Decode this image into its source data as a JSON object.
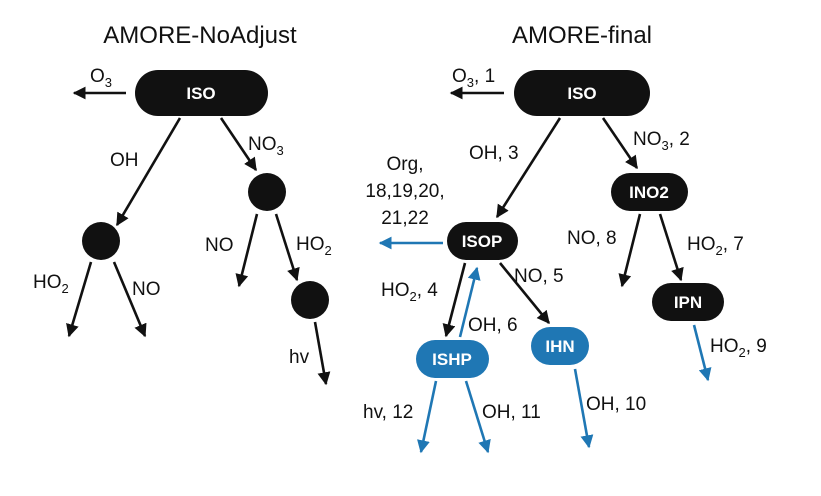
{
  "titles": {
    "left": "AMORE-NoAdjust",
    "right": "AMORE-final"
  },
  "colors": {
    "black": "#111111",
    "blue": "#1f77b4"
  },
  "left": {
    "node_iso": "ISO",
    "o3_main": "O",
    "o3_sub": "3",
    "oh": "OH",
    "no3_main": "NO",
    "no3_sub": "3",
    "ho2_main": "HO",
    "ho2_sub": "2",
    "no": "NO",
    "no_b": "NO",
    "ho2b_main": "HO",
    "ho2b_sub": "2",
    "hv": "hv"
  },
  "right": {
    "node_iso": "ISO",
    "node_ino2": "INO2",
    "node_isop": "ISOP",
    "node_ipn": "IPN",
    "node_ishp": "ISHP",
    "node_ihn": "IHN",
    "o3_main": "O",
    "o3_sub": "3",
    "o3_rest": ", 1",
    "no3_main": "NO",
    "no3_sub": "3",
    "no3_rest": ", 2",
    "oh3": "OH, 3",
    "org_line1": "Org,",
    "org_line2": "18,19,20,",
    "org_line3": "21,22",
    "no8": "NO, 8",
    "ho2_7_main": "HO",
    "ho2_7_sub": "2",
    "ho2_7_rest": ", 7",
    "no5": "NO, 5",
    "ho2_4_main": "HO",
    "ho2_4_sub": "2",
    "ho2_4_rest": ", 4",
    "oh6": "OH, 6",
    "ho2_9_main": "HO",
    "ho2_9_sub": "2",
    "ho2_9_rest": ", 9",
    "hv12": "hv, 12",
    "oh11": "OH, 11",
    "oh10": "OH, 10"
  }
}
